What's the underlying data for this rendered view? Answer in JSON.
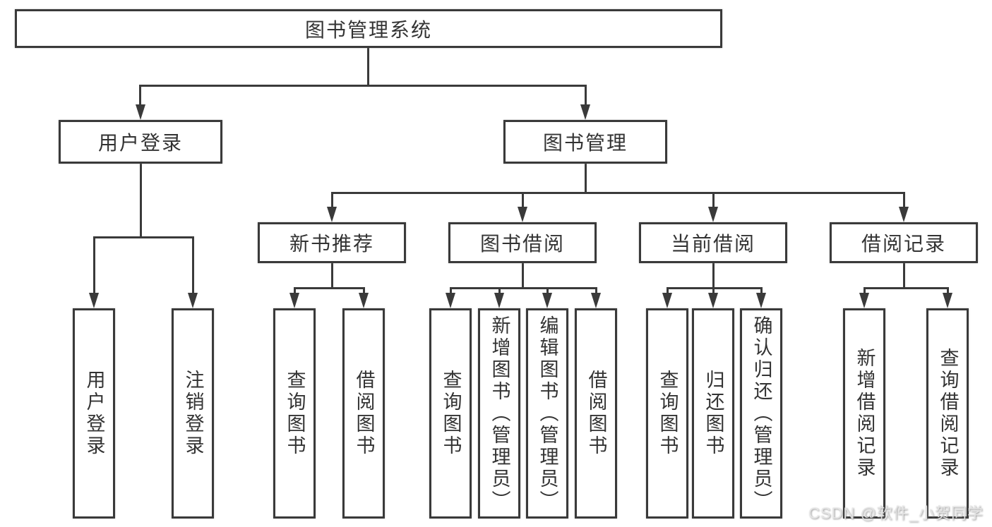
{
  "colors": {
    "line": "#3a3a3a",
    "text": "#333333",
    "background": "#ffffff",
    "watermark": "#e0e0e0"
  },
  "tree": {
    "root": {
      "label": "图书管理系统",
      "children": [
        {
          "label": "用户登录",
          "children": [
            {
              "label": "用户登录"
            },
            {
              "label": "注销登录"
            }
          ]
        },
        {
          "label": "图书管理",
          "children": [
            {
              "label": "新书推荐",
              "children": [
                {
                  "label": "查询图书"
                },
                {
                  "label": "借阅图书"
                }
              ]
            },
            {
              "label": "图书借阅",
              "children": [
                {
                  "label": "查询图书"
                },
                {
                  "label": "新增图书（管理员）"
                },
                {
                  "label": "编辑图书（管理员）"
                },
                {
                  "label": "借阅图书"
                }
              ]
            },
            {
              "label": "当前借阅",
              "children": [
                {
                  "label": "查询图书"
                },
                {
                  "label": "归还图书"
                },
                {
                  "label": "确认归还（管理员）"
                }
              ]
            },
            {
              "label": "借阅记录",
              "children": [
                {
                  "label": "新增借阅记录"
                },
                {
                  "label": "查询借阅记录"
                }
              ]
            }
          ]
        }
      ]
    }
  },
  "watermark": {
    "text": "CSDN @软件_小贺同学"
  }
}
